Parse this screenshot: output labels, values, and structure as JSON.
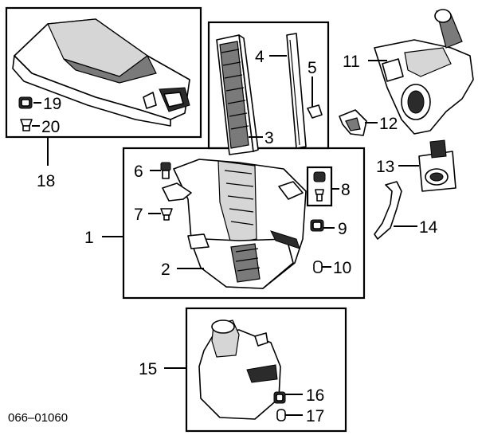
{
  "diagram_code": "066–01060",
  "callouts": {
    "c1": "1",
    "c2": "2",
    "c3": "3",
    "c4": "4",
    "c5": "5",
    "c6": "6",
    "c7": "7",
    "c8": "8",
    "c9": "9",
    "c10": "10",
    "c11": "11",
    "c12": "12",
    "c13": "13",
    "c14": "14",
    "c15": "15",
    "c16": "16",
    "c17": "17",
    "c18": "18",
    "c19": "19",
    "c20": "20"
  }
}
